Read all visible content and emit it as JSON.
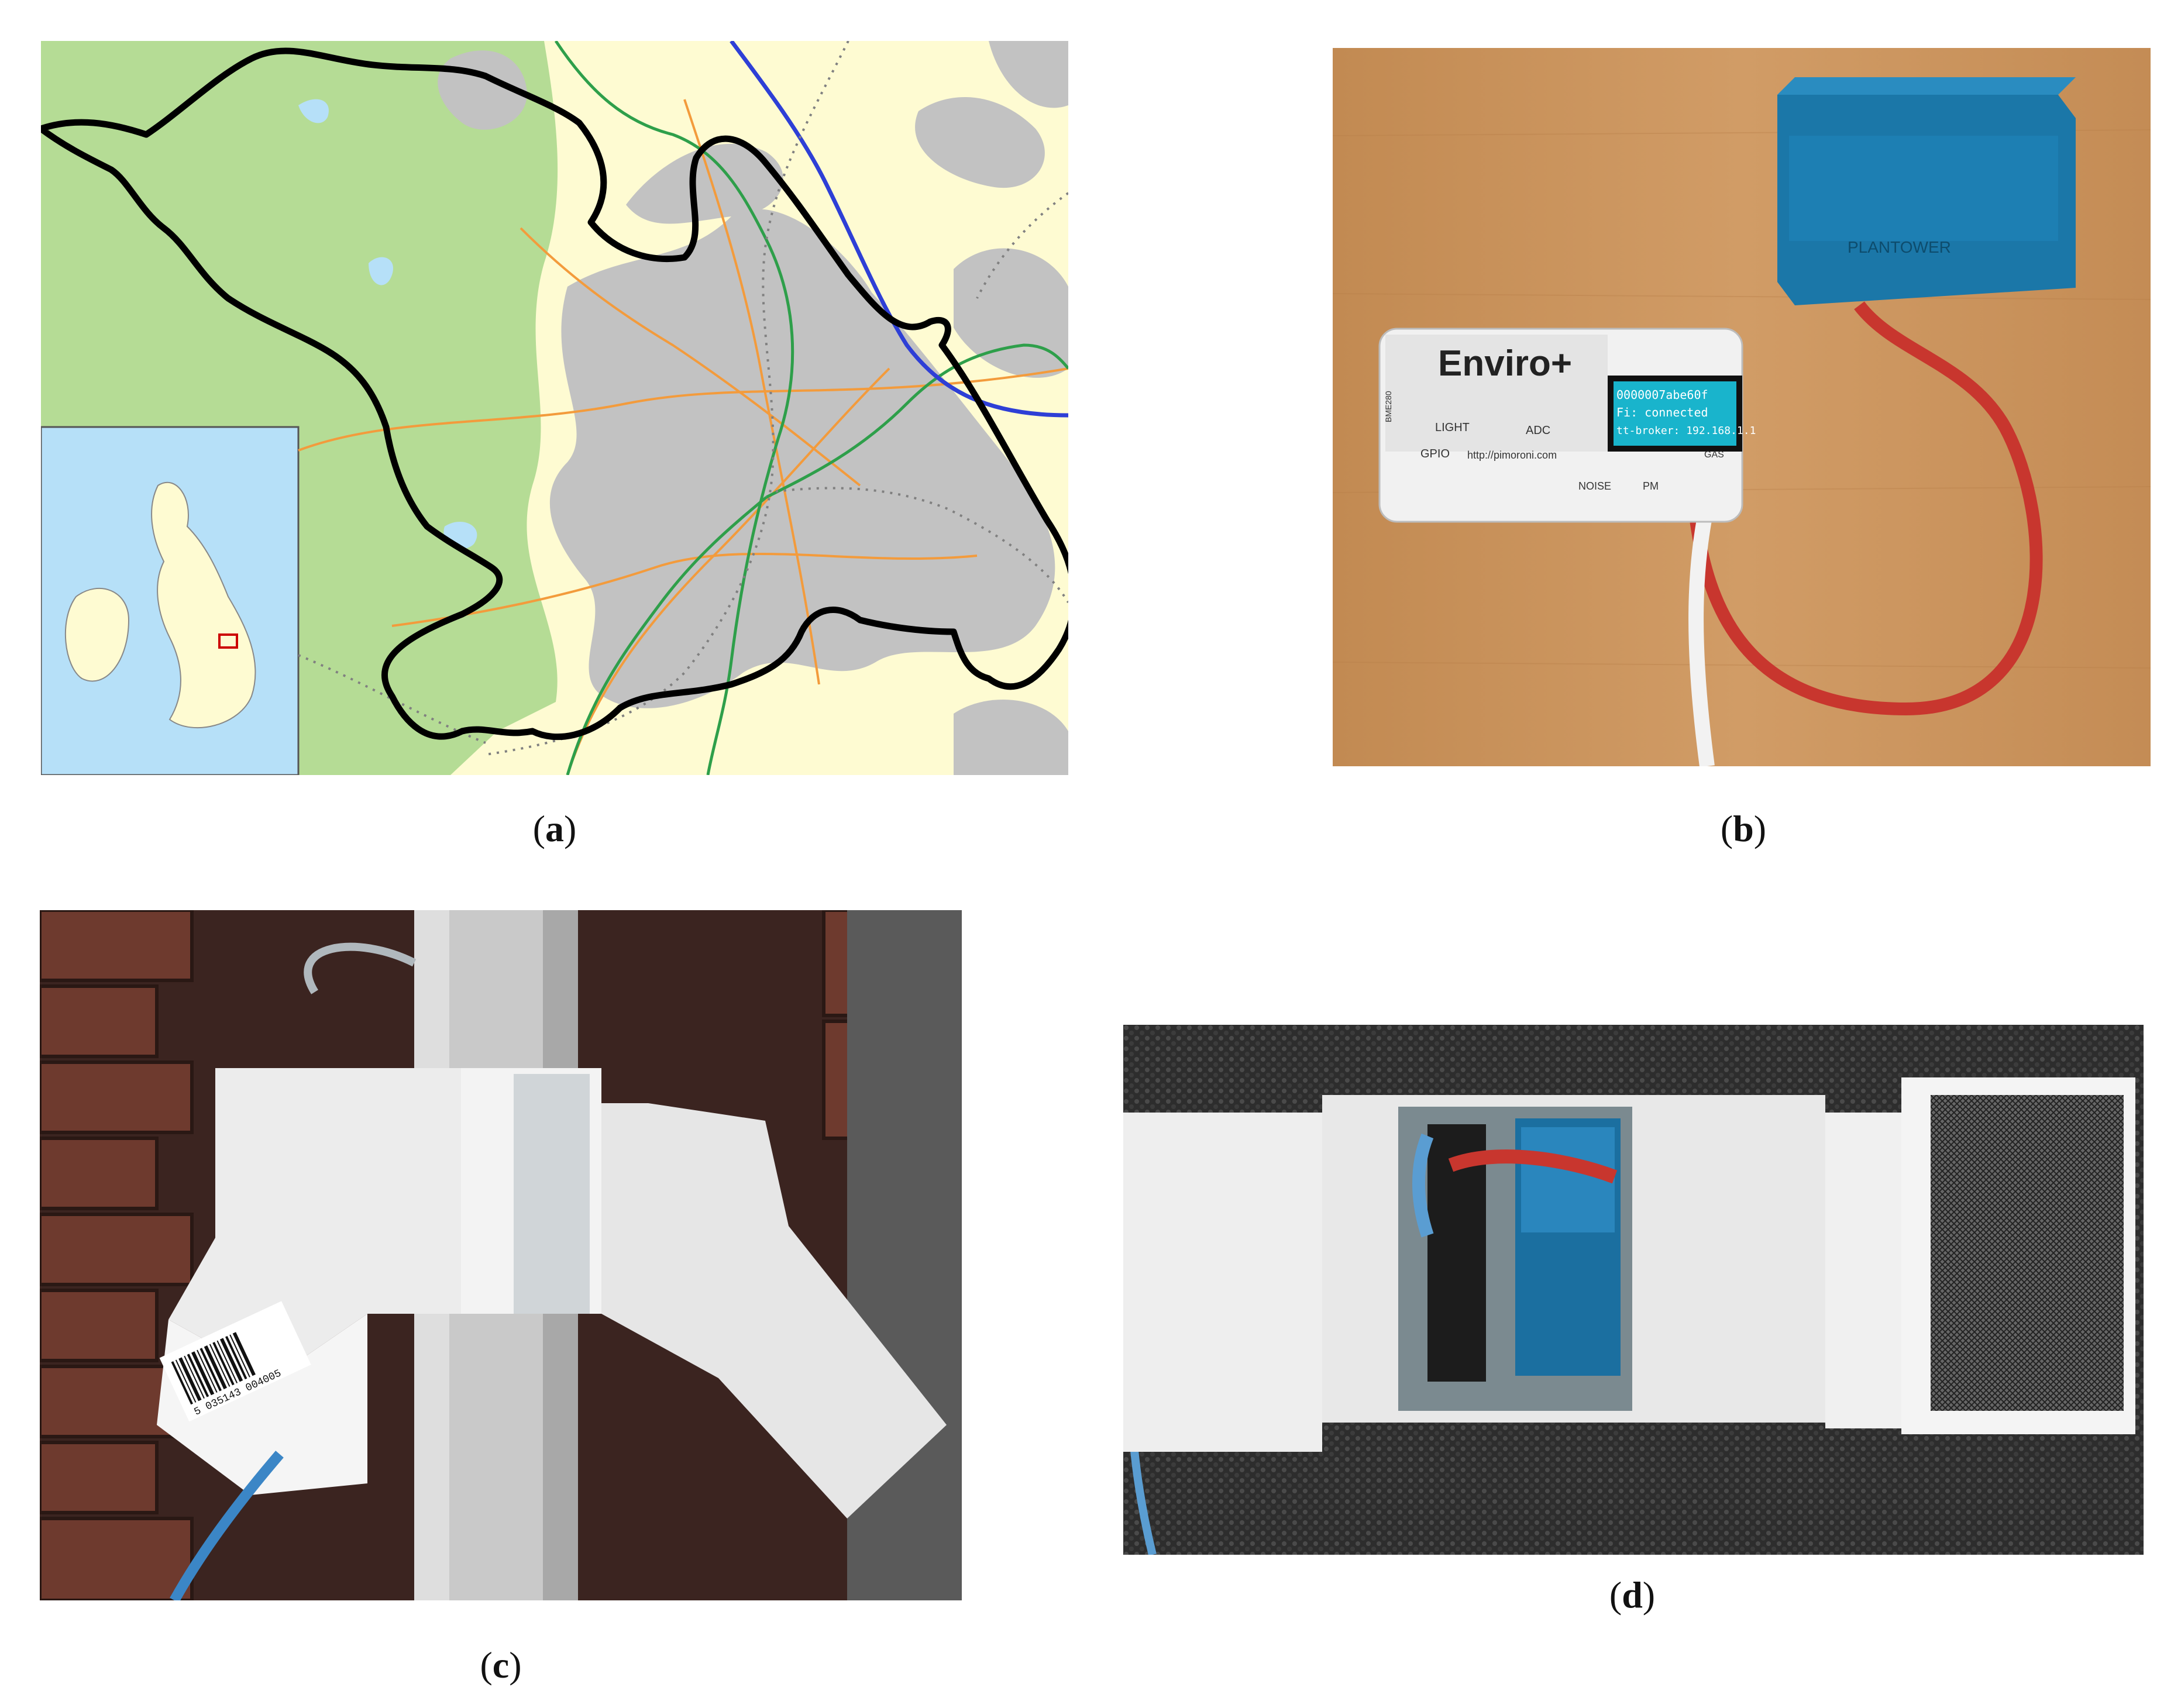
{
  "figure": {
    "panels": [
      {
        "id": "a",
        "caption_letter": "a"
      },
      {
        "id": "b",
        "caption_letter": "b"
      },
      {
        "id": "c",
        "caption_letter": "c"
      },
      {
        "id": "d",
        "caption_letter": "d"
      }
    ]
  },
  "panel_b_text": {
    "board_name": "Enviro+",
    "screen_line1": "0000007abe60f",
    "screen_line2": "Fi: connected",
    "screen_line3": "tt-broker: 192.168.1.1",
    "url": "http://pimoroni.com",
    "label_gpio": "GPIO",
    "label_light": "LIGHT",
    "label_adc": "ADC",
    "label_noise": "NOISE",
    "label_pm": "PM",
    "label_gas": "GAS",
    "label_bme": "BME280",
    "sensor_brand": "PLANTOWER"
  },
  "panel_c_text": {
    "barcode_digits": "5 035143 004005"
  },
  "colors": {
    "map_moor_green": "#b5dc95",
    "map_land_yellow": "#fefbd2",
    "map_urban_gray": "#c2c2c2",
    "map_sea_blue": "#b6e0f8",
    "map_motorway_blue": "#2e3fd6",
    "map_primary_green": "#2e9f4a",
    "map_road_orange": "#f39b3c",
    "map_boundary": "#000000",
    "wood": "#c9915a",
    "sensor_blue": "#1b77a8",
    "ribbon_red": "#c8362e"
  }
}
